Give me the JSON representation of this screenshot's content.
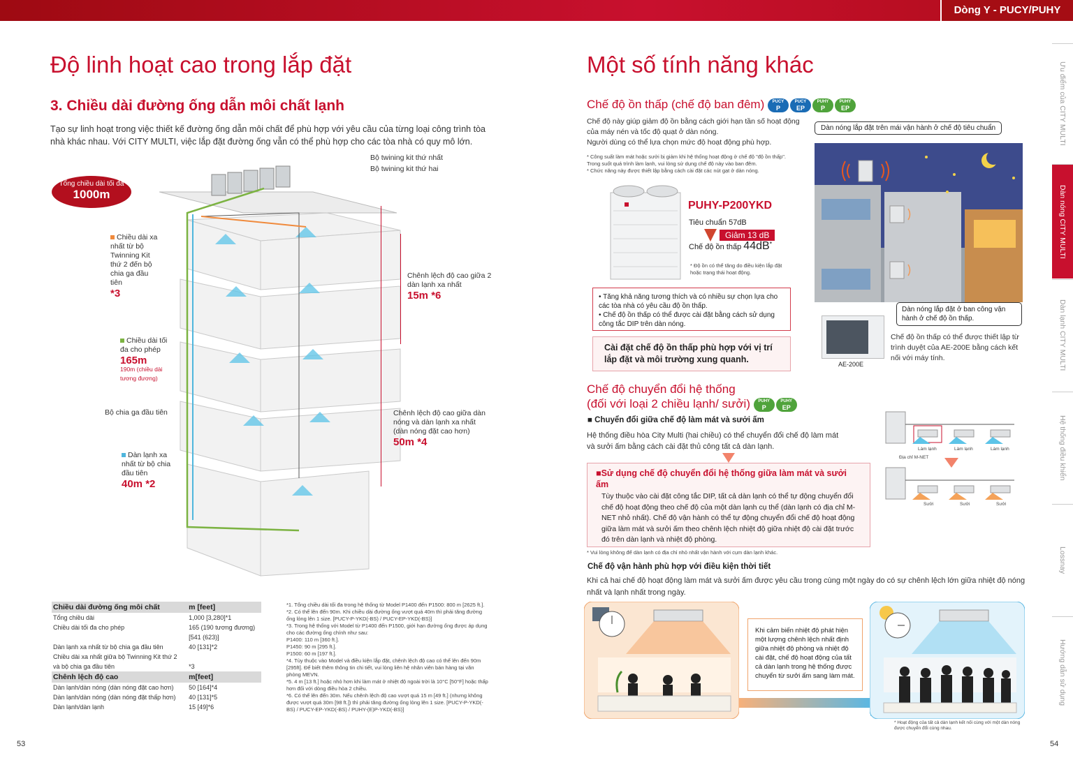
{
  "header": {
    "series": "Dòng Y - PUCY/PUHY"
  },
  "left": {
    "title": "Độ linh hoạt cao trong lắp đặt",
    "section": "3. Chiều dài đường ống dẫn môi chất lạnh",
    "intro": "Tạo sự linh hoạt trong việc thiết kế đường ống dẫn môi chất để phù hợp với yêu cầu của từng loại công trình tòa nhà khác nhau. Với CITY MULTI, việc lắp đặt đường ống vẫn có thể phù hợp cho các tòa nhà có quy mô lớn.",
    "total_badge_line1": "Tổng chiều dài tối đa",
    "total_badge_line2": "1000m",
    "twin1": "Bộ twining kit thứ nhất",
    "twin2": "Bộ twining kit thứ hai",
    "label_a_text": "Chiều dài xa nhất từ bộ Twinning Kit thứ 2 đến bộ chia ga đầu tiên",
    "label_a_value": "*3",
    "label_b_text": "Chiều dài tối đa cho phép",
    "label_b_value": "165m",
    "label_b_note": "190m (chiều dài tương đương)",
    "label_c_text": "Bộ chia ga đầu tiên",
    "label_d_text": "Dàn lạnh xa nhất từ bộ chia đầu tiên",
    "label_d_value": "40m *2",
    "label_e_text": "Chênh lệch độ cao giữa 2 dàn lạnh xa nhất",
    "label_e_value": "15m *6",
    "label_f_text": "Chênh lệch độ cao giữa dàn nóng và dàn lạnh xa nhất (dàn nóng đặt cao hơn)",
    "label_f_value": "50m *4",
    "table1": {
      "h1": "Chiều dài đường ống môi chất",
      "h2": "m [feet]",
      "rows": [
        [
          "Tổng chiều dài",
          "1,000 [3,280]*1"
        ],
        [
          "Chiều dài tối đa cho phép",
          "165 (190 tương đương)"
        ],
        [
          "",
          "[541 (623)]"
        ],
        [
          "Dàn lạnh xa nhất từ bộ chia ga đầu tiên",
          "40 [131]*2"
        ],
        [
          "Chiều dài xa nhất giữa bộ Twinning Kit thứ 2",
          ""
        ],
        [
          "và bộ chia ga đầu tiên",
          "*3"
        ]
      ]
    },
    "table2": {
      "h1": "Chênh lệch độ cao",
      "h2": "m[feet]",
      "rows": [
        [
          "Dàn lạnh/dàn nóng (dàn nóng đặt cao hơn)",
          "50 [164]*4"
        ],
        [
          "Dàn lạnh/dàn nóng (dàn nóng đặt thấp hơn)",
          "40 [131]*5"
        ],
        [
          "Dàn lạnh/dàn lạnh",
          "15 [49]*6"
        ]
      ]
    },
    "notes": [
      "*1. Tổng chiều dài tối đa trong hệ thống từ Model P1400 đến P1500: 800 m [2625 ft.].",
      "*2. Có thể lên đến 90m. Khi chiều dài đường ống vượt quá 40m thì phải tăng đường ống lỏng lên 1 size. [PUCY-P-YKD(-BS) / PUCY-EP-YKD(-BS)]",
      "*3. Trong hệ thống với Model từ P1400 đến P1500, giới hạn đường ống được áp dụng cho các đường ống chính như sau:",
      "P1400: 110 m [360 ft.].",
      "P1450: 90 m [295 ft.].",
      "P1500: 60 m [197 ft.].",
      "*4. Tùy thuộc vào Model và điều kiện lắp đặt, chênh lệch độ cao có thể lên đến 90m [295ft]. Để biết thêm thông tin chi tiết, vui lòng liên hệ nhân viên bán hàng tại văn phòng MEVN.",
      "*5. 4 m [13 ft.] hoặc nhỏ hơn khi làm mát ở nhiệt độ ngoài trời là 10°C [50°F] hoặc thấp hơn đối với dòng điều hòa 2 chiều.",
      "*6. Có thể lên đến 30m. Nếu chênh lệch độ cao vượt quá 15 m [49 ft.] (nhưng không được vượt quá 30m [98 ft.]) thì phải tăng đường ống lỏng lên 1 size. [PUCY-P-YKD(-BS) / PUCY-EP-YKD(-BS) / PUHY-(E)P-YKD(-BS)]"
    ],
    "page": "53"
  },
  "right": {
    "title": "Một số tính năng khác",
    "low_noise": {
      "heading": "Chế độ ồn thấp (chế độ ban đêm)",
      "badges": [
        {
          "top": "PUCY",
          "main": "P"
        },
        {
          "top": "PUCY",
          "main": "EP"
        },
        {
          "top": "PUHY",
          "main": "P"
        },
        {
          "top": "PUHY",
          "main": "EP"
        }
      ],
      "p1": "Chế độ này giúp giảm độ ồn bằng cách giới hạn tần số hoạt động của máy nén và tốc độ quạt ở dàn nóng.",
      "p2": "Người dùng có thể lựa chọn mức độ hoạt động phù hợp.",
      "n1": "* Công suất làm mát hoặc sưởi bị giảm khi hệ thống hoạt động ở chế độ \"độ ồn thấp\". Trong suốt quá trình làm lạnh, vui lòng sử dụng chế độ này vào ban đêm.",
      "n2": "* Chức năng này được thiết lập bằng cách cài đặt các nút gạt ở dàn nóng.",
      "model": "PUHY-P200YKD",
      "std": "Tiêu chuẩn 57dB",
      "reduce": "Giảm 13 dB",
      "low_label": "Chế độ ồn thấp",
      "low_value": "44dB",
      "low_star": "*",
      "model_note": "* Độ ồn có thể tăng do điều kiện lắp đặt hoặc trạng thái hoạt động.",
      "bullet1": "Tăng khả năng tương thích và có nhiều sự chọn lựa cho các tòa nhà có yêu cầu độ ồn thấp.",
      "bullet2": "Chế độ ồn thấp có thể được cài đặt bằng cách sử dụng công tắc DIP trên dàn nóng.",
      "callout": "Cài đặt chế độ ồn thấp phù hợp với vị trí lắp đặt và môi trường xung quanh.",
      "img_top": "Dàn nóng lắp đặt trên mái vận hành ở chế độ tiêu chuẩn",
      "img_bottom": "Dàn nóng lắp đặt ở ban công vận hành ở chế độ ồn thấp.",
      "ae_label": "AE-200E",
      "ae_text": "Chế độ ồn thấp có thể được thiết lập từ trình duyệt của AE-200E bằng cách kết nối với máy tính."
    },
    "switch": {
      "heading1": "Chế độ chuyển đổi hệ thống",
      "heading2": "(đối với loại 2 chiều lạnh/ sưởi)",
      "badges": [
        {
          "top": "PUHY",
          "main": "P"
        },
        {
          "top": "PUHY",
          "main": "EP"
        }
      ],
      "sub": "Chuyển đổi giữa chế độ làm mát và sưởi ấm",
      "p": "Hệ thống điều hòa City Multi (hai chiều) có thể chuyển đổi chế độ làm mát và sưởi ấm bằng cách cài đặt thủ công tất cả dàn lạnh.",
      "box_title": "Sử dụng chế độ chuyển đổi hệ thống giữa làm mát và sưởi ấm",
      "box_text": "Tùy thuộc vào cài đặt công tắc DIP, tất cả dàn lạnh có thể tự động chuyển đổi chế độ hoạt động theo chế độ của một dàn lạnh cụ thể (dàn lạnh có địa chỉ M-NET nhỏ nhất). Chế độ vận hành có thể tự động chuyển đổi chế độ hoạt động giữa làm mát và sưởi ấm theo chênh lệch nhiệt độ giữa nhiệt độ cài đặt trước đó trên dàn lạnh và nhiệt độ phòng.",
      "box_note": "* Vui lòng không để dàn lạnh có địa chỉ nhỏ nhất vận hành với cụm dàn lạnh khác.",
      "diag_cool": "Làm lạnh",
      "diag_heat": "Sưởi",
      "diag_mnet": "Địa chỉ M-NET"
    },
    "weather": {
      "heading": "Chế độ vận hành phù hợp với điều kiện thời tiết",
      "p": "Khi cả hai chế độ hoạt động làm mát và sưởi ấm được yêu cầu trong cùng một ngày do có sự chênh lệch lớn giữa nhiệt độ nóng nhất và lạnh nhất trong ngày.",
      "mid": "Khi cảm biến nhiệt độ phát hiện một lượng chênh lệch nhất định giữa nhiệt độ phòng và nhiệt độ cài đặt, chế độ hoạt động của tất cả dàn lạnh trong hệ thống được chuyển từ sưởi ấm sang làm mát.",
      "note": "* Hoạt động của tất cả dàn lạnh kết nối cùng với một dàn nóng được chuyển đổi cùng nhau."
    },
    "tabs": [
      "Ưu điểm của CITY MULTI",
      "Dàn nóng CITY MULTI",
      "Dàn lạnh CITY MULTI",
      "Hệ thống điều khiển",
      "Lossnay",
      "Hướng dẫn sử dụng"
    ],
    "page": "54"
  }
}
